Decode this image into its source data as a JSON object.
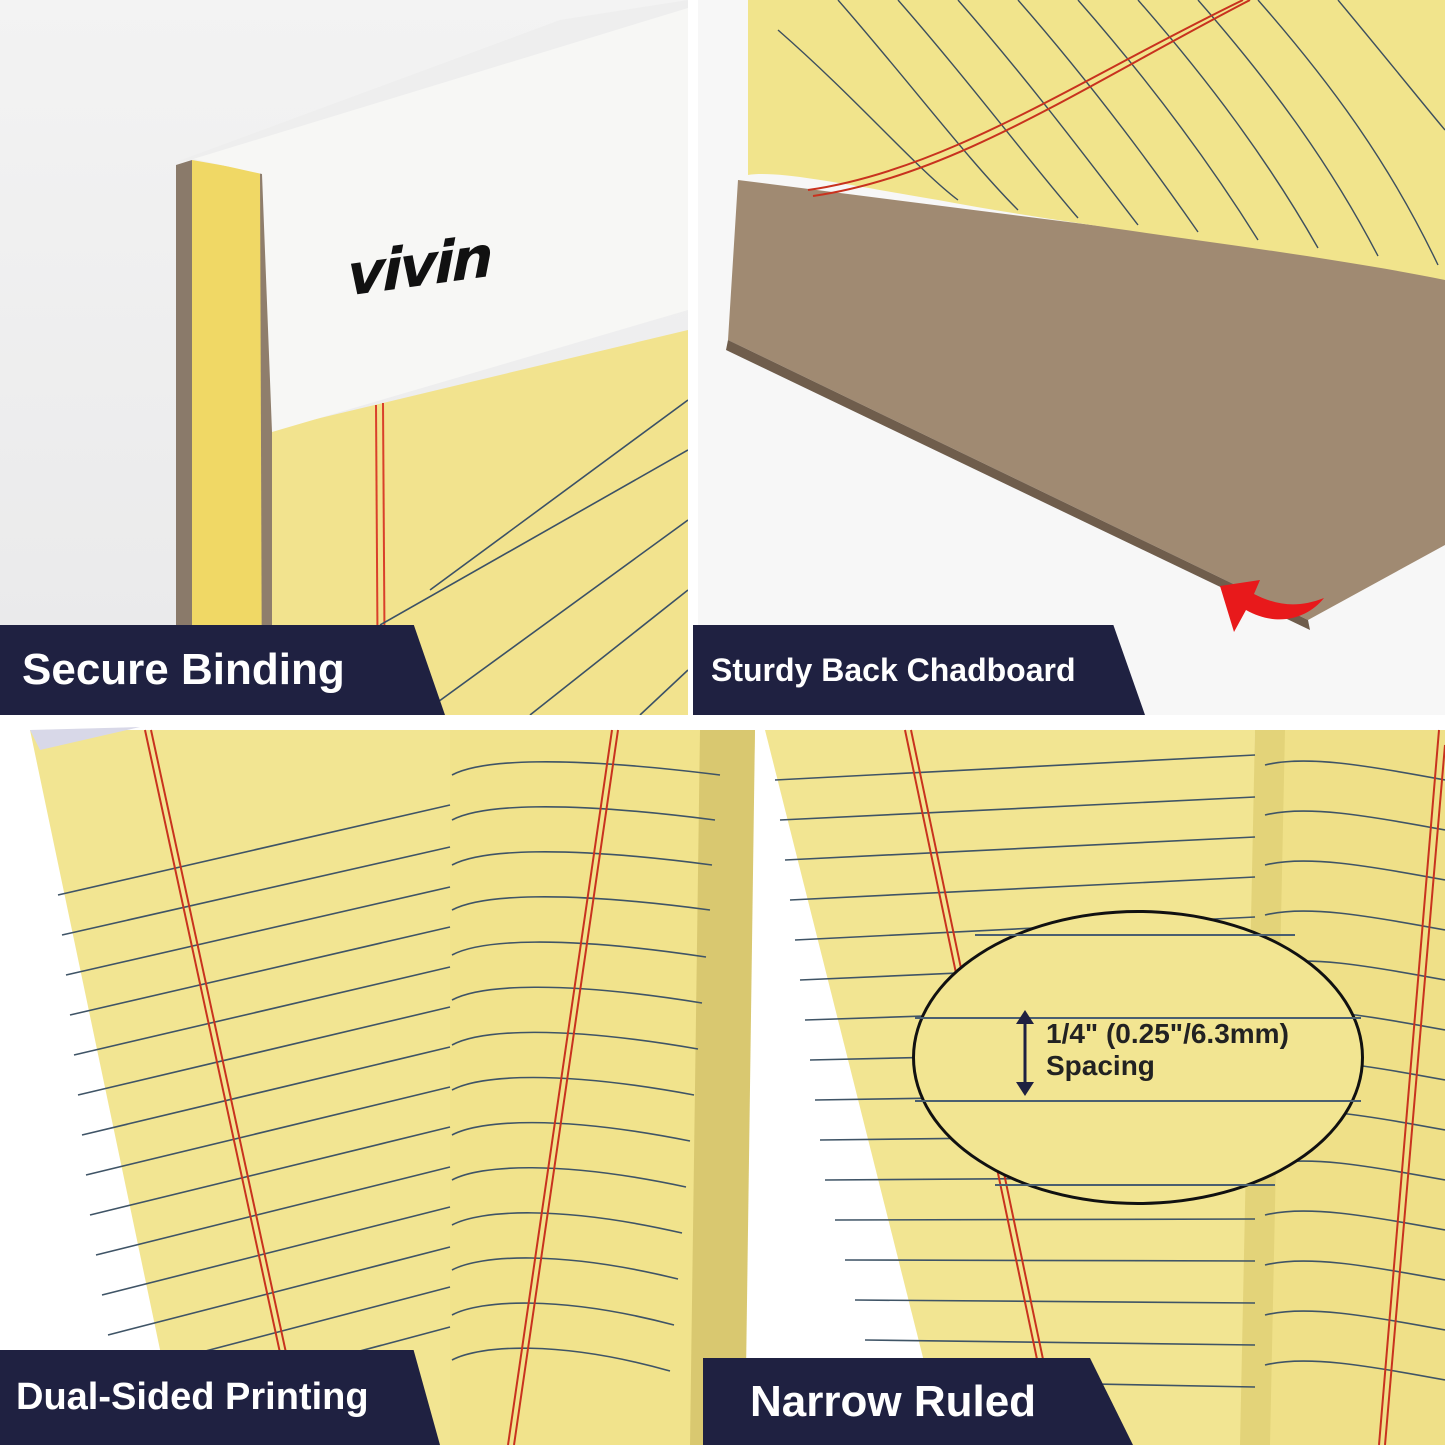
{
  "panels": [
    {
      "id": "secure-binding",
      "label": "Secure Binding",
      "brand_logo": "vivin"
    },
    {
      "id": "back-chadboard",
      "label": "Sturdy Back Chadboard",
      "icon": "red-curved-arrow-icon"
    },
    {
      "id": "dual-sided",
      "label": "Dual-Sided Printing"
    },
    {
      "id": "narrow-ruled",
      "label": "Narrow Ruled",
      "callout": {
        "line1": "1/4\" (0.25\"/6.3mm)",
        "line2": "Spacing",
        "icon": "double-arrow-icon"
      }
    }
  ],
  "colors": {
    "label_bg": "#1f2141",
    "label_text": "#ffffff",
    "paper_yellow": "#f2e592",
    "rule_blue": "#4a5a6a",
    "margin_red": "#c8321e",
    "chipboard": "#a08a72",
    "arrow_red": "#e8191b"
  }
}
